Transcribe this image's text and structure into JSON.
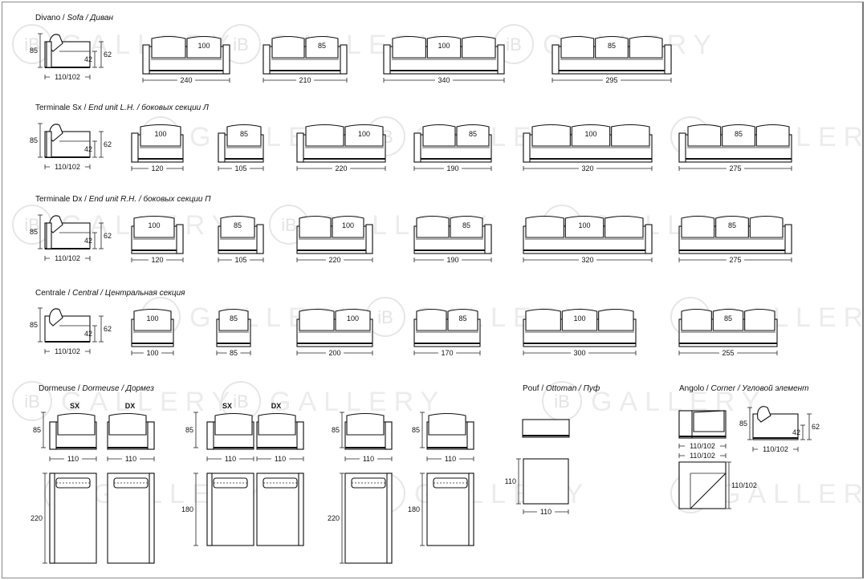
{
  "sections": {
    "sofa": {
      "a": "Divano / ",
      "b": "Sofa / Диван"
    },
    "end_lh": {
      "a": "Terminale Sx / ",
      "b": "End unit L.H. / боковых секции Л"
    },
    "end_rh": {
      "a": "Terminale Dx / ",
      "b": "End unit R.H. / боковых секции П"
    },
    "central": {
      "a": "Centrale  / ",
      "b": "Central  / Центральная секция"
    },
    "dormeuse": {
      "a": "Dormeuse / ",
      "b": "Dormeuse / Дормез"
    },
    "pouf": {
      "a": "Pouf / ",
      "b": "Ottoman / Пуф"
    },
    "corner": {
      "a": "Angolo / ",
      "b": "Corner / Угловой элемент"
    }
  },
  "watermark": {
    "logo": "iB",
    "text": "GALLERY"
  },
  "profile_dims": {
    "height": "85",
    "seat": "42",
    "arm": "62",
    "depth": "110/102"
  },
  "rows": {
    "sofa": {
      "widths": [
        "240",
        "210",
        "340",
        "295"
      ],
      "cushions": [
        "100",
        "85",
        "100",
        "85"
      ]
    },
    "end_lh": {
      "widths": [
        "120",
        "105",
        "220",
        "190",
        "320",
        "275"
      ],
      "cushions": [
        "100",
        "85",
        "100",
        "85",
        "100",
        "85"
      ]
    },
    "end_rh": {
      "widths": [
        "120",
        "105",
        "220",
        "190",
        "320",
        "275"
      ],
      "cushions": [
        "100",
        "85",
        "100",
        "85",
        "100",
        "85"
      ]
    },
    "central": {
      "widths": [
        "100",
        "85",
        "200",
        "170",
        "300",
        "255"
      ],
      "cushions": [
        "100",
        "85",
        "100",
        "85",
        "100",
        "85"
      ]
    }
  },
  "dormeuse": {
    "sx": "SX",
    "dx": "DX",
    "height": "85",
    "width": "110",
    "long": "220",
    "short": "180"
  },
  "pouf": {
    "width": "110",
    "depth": "110"
  },
  "corner": {
    "height": "85",
    "seat": "42",
    "arm": "62",
    "depth": "110/102"
  }
}
